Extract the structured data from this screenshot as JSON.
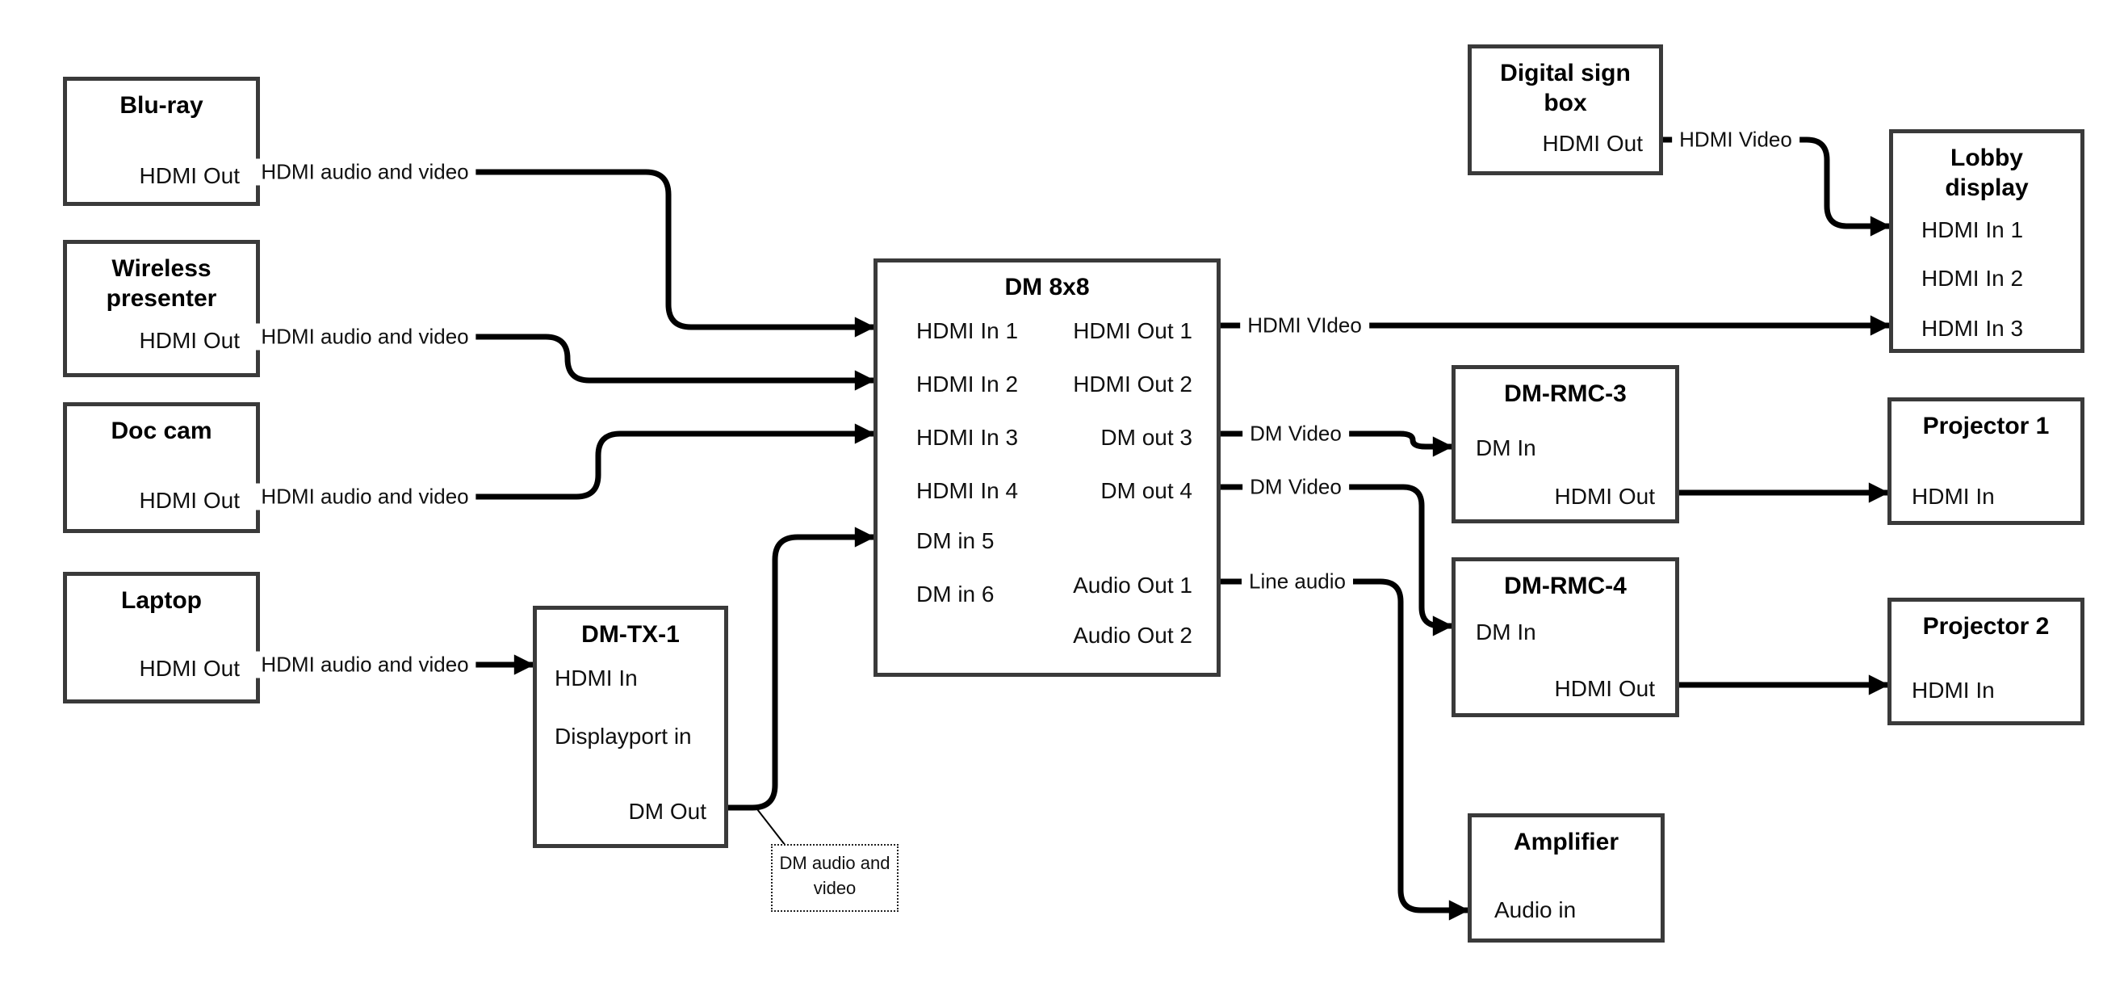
{
  "nodes": {
    "bluray": {
      "title": "Blu-ray",
      "port_out": "HDMI Out"
    },
    "wireless": {
      "title": "Wireless presenter",
      "port_out": "HDMI Out"
    },
    "doccam": {
      "title": "Doc cam",
      "port_out": "HDMI Out"
    },
    "laptop": {
      "title": "Laptop",
      "port_out": "HDMI Out"
    },
    "dmtx1": {
      "title": "DM-TX-1",
      "port_hdmi_in": "HDMI In",
      "port_dp_in": "Displayport in",
      "port_dm_out": "DM Out"
    },
    "dm8x8": {
      "title": "DM 8x8",
      "inputs": [
        "HDMI In 1",
        "HDMI In 2",
        "HDMI In 3",
        "HDMI In 4",
        "DM in 5",
        "DM in 6"
      ],
      "outputs": [
        "HDMI Out 1",
        "HDMI Out 2",
        "DM out 3",
        "DM out 4",
        "Audio Out 1",
        "Audio Out 2"
      ]
    },
    "digitalsign": {
      "title": "Digital sign box",
      "port_out": "HDMI Out"
    },
    "lobby": {
      "title": "Lobby display",
      "inputs": [
        "HDMI In 1",
        "HDMI In 2",
        "HDMI In 3"
      ]
    },
    "dmrmc3": {
      "title": "DM-RMC-3",
      "port_in": "DM In",
      "port_out": "HDMI Out"
    },
    "proj1": {
      "title": "Projector 1",
      "port_in": "HDMI In"
    },
    "dmrmc4": {
      "title": "DM-RMC-4",
      "port_in": "DM In",
      "port_out": "HDMI Out"
    },
    "proj2": {
      "title": "Projector 2",
      "port_in": "HDMI In"
    },
    "amplifier": {
      "title": "Amplifier",
      "port_in": "Audio in"
    }
  },
  "wire_labels": {
    "bluray_av": "HDMI audio and video",
    "wireless_av": "HDMI audio and video",
    "doccam_av": "HDMI audio and video",
    "laptop_av": "HDMI audio and video",
    "sign_video": "HDMI Video",
    "out1_video": "HDMI VIdeo",
    "dmout3_video": "DM Video",
    "dmout4_video": "DM Video",
    "line_audio": "Line audio",
    "callout": "DM audio and video"
  },
  "colors": {
    "wire": "#000000",
    "box_border": "#3a3a3a",
    "background": "#ffffff"
  }
}
